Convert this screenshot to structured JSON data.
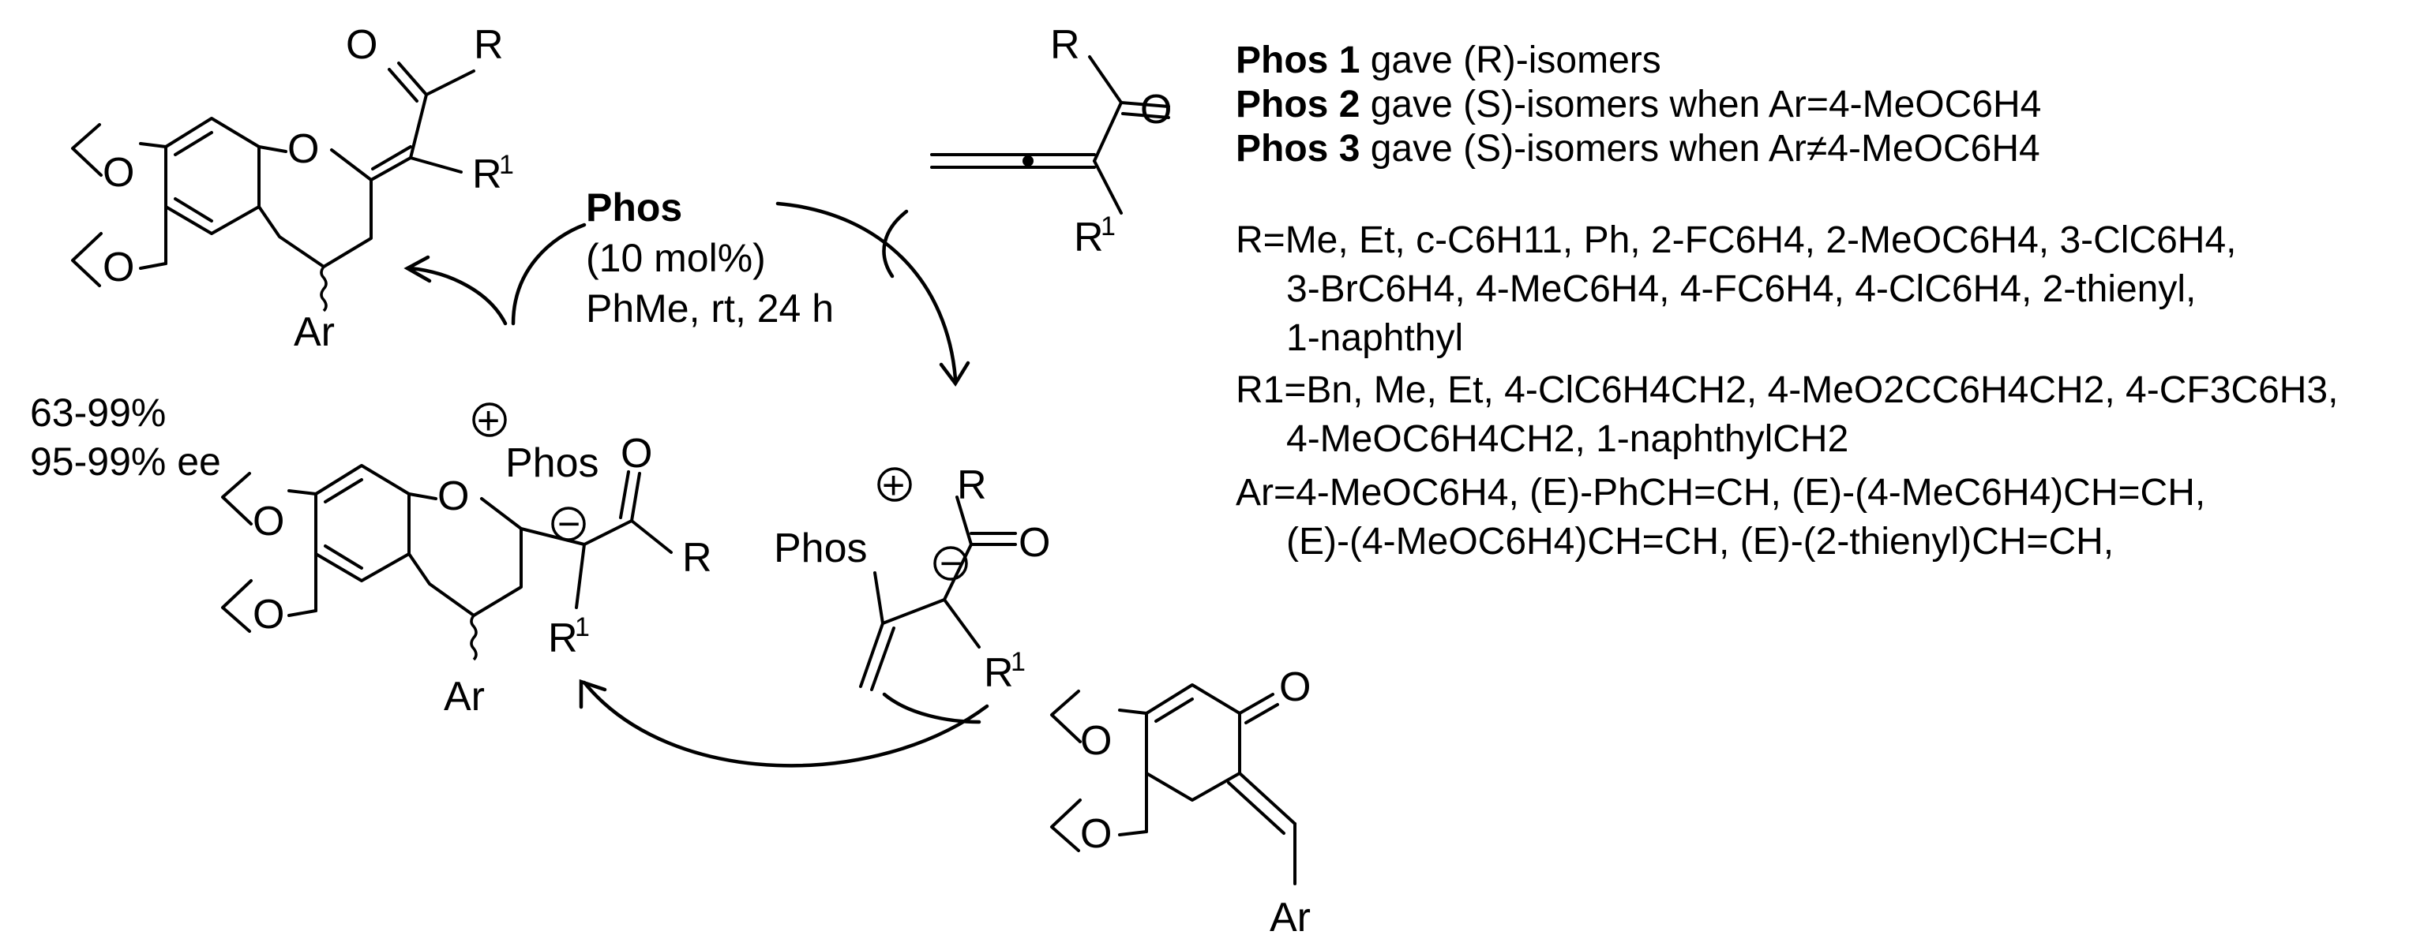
{
  "catalyst": {
    "name": "Phos",
    "loading": "(10 mol%)",
    "conditions": "PhMe, rt, 24 h"
  },
  "outcome": {
    "yield": "63-99%",
    "ee": "95-99% ee"
  },
  "atoms": {
    "O": "O",
    "R": "R",
    "R1_base": "R",
    "R1_sup": "1",
    "Ar": "Ar",
    "phos": "Phos",
    "plus": "+",
    "minus": "−"
  },
  "stereo_notes": [
    {
      "bold": "Phos 1",
      "text": " gave (R)-isomers"
    },
    {
      "bold": "Phos 2",
      "text": " gave (S)-isomers when Ar=4-MeOC6H4"
    },
    {
      "bold": "Phos 3",
      "text": " gave (S)-isomers when Ar≠4-MeOC6H4"
    }
  ],
  "scope": {
    "R": "R=Me, Et, c-C6H11, Ph, 2-FC6H4, 2-MeOC6H4, 3-ClC6H4, 3-BrC6H4, 4-MeC6H4, 4-FC6H4, 4-ClC6H4, 2-thienyl, 1-naphthyl",
    "R1": "R1=Bn, Me, Et, 4-ClC6H4CH2, 4-MeO2CC6H4CH2, 4-CF3C6H3, 4-MeOC6H4CH2, 1-naphthylCH2",
    "Ar": "Ar=4-MeOC6H4, (E)-PhCH=CH, (E)-(4-MeC6H4)CH=CH, (E)-(4-MeOC6H4)CH=CH, (E)-(2-thienyl)CH=CH,"
  }
}
